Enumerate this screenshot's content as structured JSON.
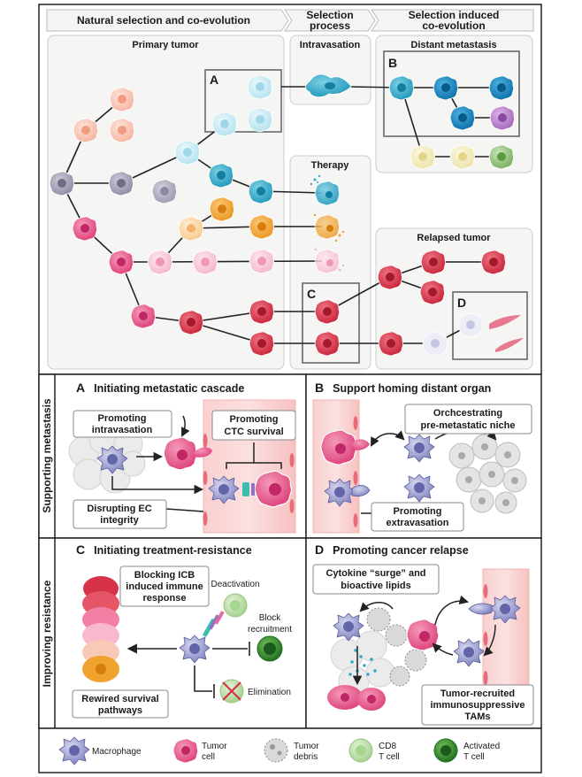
{
  "headers": {
    "col1": "Natural selection and co-evolution",
    "col2_line1": "Selection",
    "col2_line2": "process",
    "col3_line1": "Selection induced",
    "col3_line2": "co-evolution"
  },
  "top": {
    "primary_tumor": "Primary tumor",
    "intravasation": "Intravasation",
    "distant_metastasis": "Distant metastasis",
    "therapy": "Therapy",
    "relapsed_tumor": "Relapsed tumor",
    "box_a": "A",
    "box_b": "B",
    "box_c": "C",
    "box_d": "D"
  },
  "side_labels": {
    "supporting": "Supporting metastasis",
    "improving": "Improving resistance"
  },
  "panel_a": {
    "letter": "A",
    "title": "Initiating metastatic cascade",
    "promoting_intravasation_l1": "Promoting",
    "promoting_intravasation_l2": "intravasation",
    "ctc_l1": "Promoting",
    "ctc_l2": "CTC survival",
    "ec_l1": "Disrupting EC",
    "ec_l2": "integrity"
  },
  "panel_b": {
    "letter": "B",
    "title": "Support homing distant organ",
    "niche_l1": "Orchcestrating",
    "niche_l2": "pre-metastatic niche",
    "extravasation_l1": "Promoting",
    "extravasation_l2": "extravasation"
  },
  "panel_c": {
    "letter": "C",
    "title": "Initiating treatment-resistance",
    "icb_l1": "Blocking ICB",
    "icb_l2": "induced immune",
    "icb_l3": "response",
    "deactivation": "Deactivation",
    "block_l1": "Block",
    "block_l2": "recruitment",
    "elimination": "Elimination",
    "rewired_l1": "Rewired survival",
    "rewired_l2": "pathways"
  },
  "panel_d": {
    "letter": "D",
    "title": "Promoting cancer relapse",
    "cytokine_l1": "Cytokine “surge” and",
    "cytokine_l2": "bioactive lipids",
    "tam_l1": "Tumor-recruited",
    "tam_l2": "immunosuppressive",
    "tam_l3": "TAMs"
  },
  "legend": {
    "macrophage": "Macrophage",
    "tumor_l1": "Tumor",
    "tumor_l2": "cell",
    "debris_l1": "Tumor",
    "debris_l2": "debris",
    "cd8_l1": "CD8",
    "cd8_l2": "T cell",
    "act_l1": "Activated",
    "act_l2": "T cell"
  },
  "colors": {
    "peach": "#f9c4b2",
    "grey": "#a5a3b8",
    "pink": "#e9558c",
    "lightpink": "#f8c6d6",
    "lightblue": "#c9ecf5",
    "blue": "#33a9c9",
    "orange": "#f0a22e",
    "lightorange": "#fbd8a8",
    "red": "#d6334a",
    "darkblue": "#1482b9",
    "purple": "#b87cc9",
    "cream": "#f5eec0",
    "green": "#8fc27b",
    "macrophage": "#8a8cc9",
    "vessel": "#f9c9c9",
    "panel_bg": "#f5f5f3"
  }
}
